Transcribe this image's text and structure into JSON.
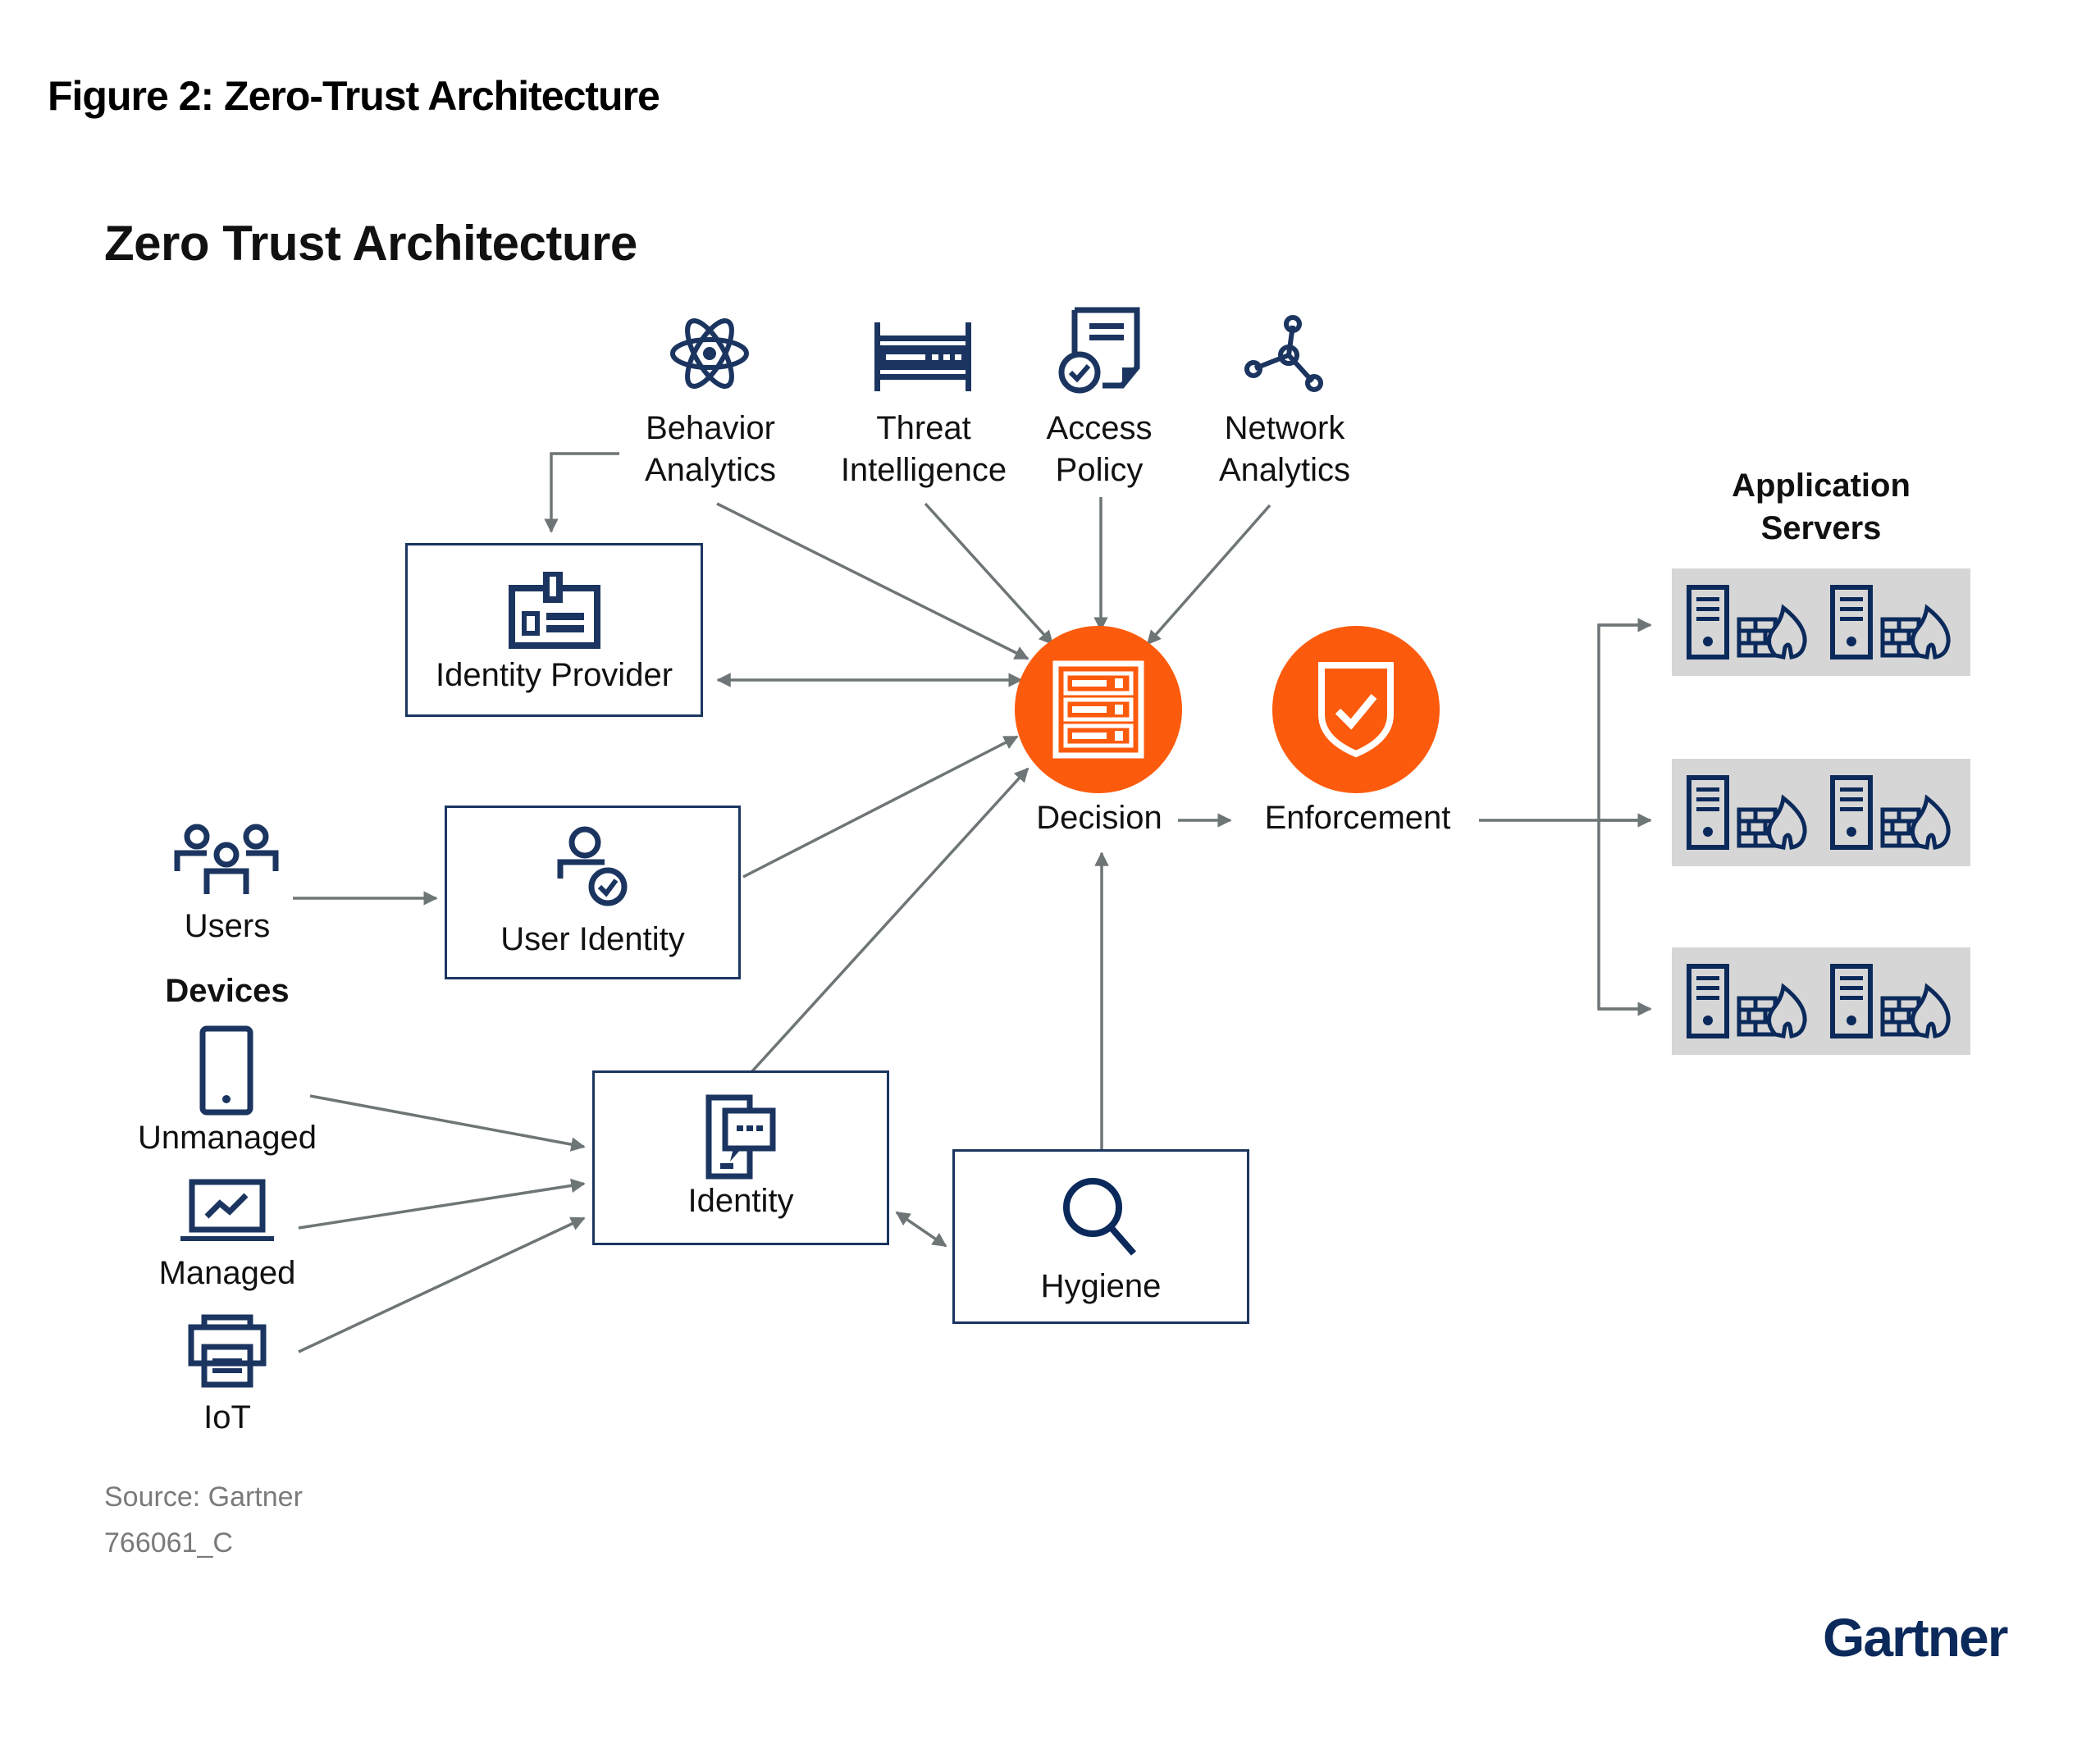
{
  "figure_title": "Figure 2: Zero-Trust Architecture",
  "diagram_title": "Zero Trust Architecture",
  "colors": {
    "navy": "#1b3560",
    "orange": "#fc5b0d",
    "arrow": "#6e7576",
    "server_bg": "#d6d6d6"
  },
  "inputs": [
    {
      "id": "behavior",
      "icon": "atom-icon",
      "lines": [
        "Behavior",
        "Analytics"
      ]
    },
    {
      "id": "threat",
      "icon": "firewall-rack-icon",
      "lines": [
        "Threat",
        "Intelligence"
      ]
    },
    {
      "id": "access",
      "icon": "policy-document-check-icon",
      "lines": [
        "Access",
        "Policy"
      ]
    },
    {
      "id": "network",
      "icon": "network-nodes-icon",
      "lines": [
        "Network",
        "Analytics"
      ]
    }
  ],
  "boxes": {
    "identity_provider": "Identity Provider",
    "user_identity": "User Identity",
    "identity": "Identity",
    "hygiene": "Hygiene"
  },
  "core": {
    "decision": "Decision",
    "enforcement": "Enforcement"
  },
  "actors": {
    "users": "Users",
    "devices_heading": "Devices",
    "unmanaged": "Unmanaged",
    "managed": "Managed",
    "iot": "IoT"
  },
  "app_servers": {
    "title_lines": [
      "Application",
      "Servers"
    ],
    "groups": 3,
    "servers_per_group": 2
  },
  "edges": [
    {
      "from": "Behavior Analytics",
      "to": "Identity Provider"
    },
    {
      "from": "Behavior Analytics",
      "to": "Decision"
    },
    {
      "from": "Threat Intelligence",
      "to": "Decision"
    },
    {
      "from": "Access Policy",
      "to": "Decision"
    },
    {
      "from": "Network Analytics",
      "to": "Decision"
    },
    {
      "from": "Identity Provider",
      "to": "Decision",
      "bidirectional": true
    },
    {
      "from": "User Identity",
      "to": "Decision"
    },
    {
      "from": "Identity",
      "to": "Decision"
    },
    {
      "from": "Hygiene",
      "to": "Decision"
    },
    {
      "from": "Users",
      "to": "User Identity"
    },
    {
      "from": "Unmanaged",
      "to": "Identity"
    },
    {
      "from": "Managed",
      "to": "Identity"
    },
    {
      "from": "IoT",
      "to": "Identity"
    },
    {
      "from": "Identity",
      "to": "Hygiene",
      "bidirectional": true
    },
    {
      "from": "Decision",
      "to": "Enforcement"
    },
    {
      "from": "Enforcement",
      "to": "Application Servers"
    }
  ],
  "footer": {
    "source": "Source: Gartner",
    "id": "766061_C",
    "logo": "Gartner"
  }
}
